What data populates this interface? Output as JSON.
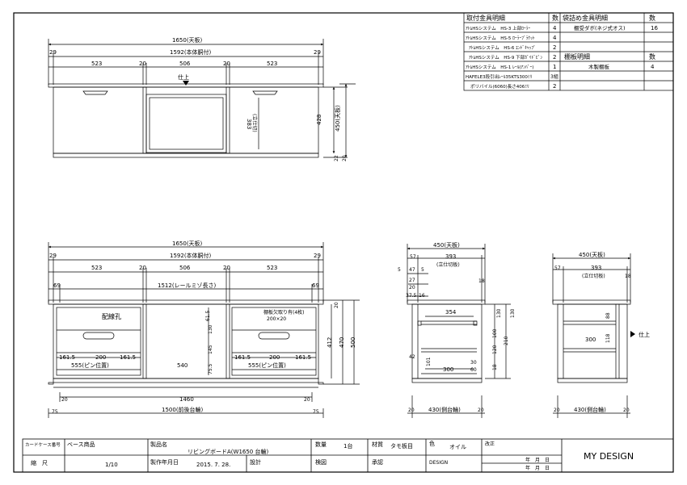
{
  "parts_table": {
    "headers": [
      "取付金具明細",
      "数",
      "袋詰め金具明細",
      "数"
    ],
    "rows": [
      [
        "ｱﾄﾑHSシステム　HS-3 上部ﾛｰﾗｰ",
        "4",
        "棚受ダボ(ネジ式オス)",
        "16"
      ],
      [
        "ｱﾄﾑHSシステム　HS-5 ﾛｰﾗｰﾌﾞﾗｹｯﾄ",
        "4",
        "",
        ""
      ],
      [
        "ｱﾄﾑHSシステム　HS-6 ｴﾝﾄﾞｷｬｯﾌﾟ",
        "2",
        "",
        ""
      ],
      [
        "ｱﾄﾑHSシステム　HS-9 下部ｶﾞｲﾄﾞﾋﾟﾝ",
        "2",
        "棚板明細",
        "数"
      ],
      [
        "ｱﾄﾑHSシステム　HS-1 ﾚｰﾙ(ｱﾝﾊﾞｰ)",
        "1",
        "木製棚板",
        "4"
      ],
      [
        "HAFELE3段引出ﾚｰﾙ35KTS300ﾐﾘ",
        "3組",
        "",
        ""
      ],
      [
        "ポリバイル(6060)長さ406ﾐﾘ",
        "2",
        "",
        ""
      ]
    ]
  },
  "front_view": {
    "top_width": "1650(天板)",
    "body_width": "1592(本体胴付)",
    "top_left": "29",
    "top_right": "29",
    "seg_left": "523",
    "gap_left": "20",
    "seg_mid": "506",
    "gap_right": "20",
    "seg_right": "523",
    "mark": "仕上",
    "inner_height": "383",
    "inner_height_note": "(立仕切)",
    "height_body": "428",
    "height_total": "450(天板)",
    "base_dim_1": "22",
    "base_dim_2": "20"
  },
  "section_view": {
    "top_width": "1650(天板)",
    "body_width": "1592(本体胴付)",
    "top_left": "29",
    "top_right": "29",
    "seg_left": "523",
    "gap_left": "20",
    "seg_mid": "506",
    "gap_right": "20",
    "seg_right": "523",
    "rail_left": "69",
    "rail_right": "69",
    "rail_length": "1512(レールミゾ長さ)",
    "label_hole": "配線孔",
    "label_cutout": "棚板欠取り有(4枚)",
    "label_cutout_size": "200×20",
    "dim_161_5_l": "161.5",
    "dim_200_l": "200",
    "dim_161_5_r": "161.5",
    "dim_161_5_l2": "161.5",
    "dim_200_r": "200",
    "dim_161_5_r2": "161.5",
    "pin_left": "555(ピン位置)",
    "pin_right": "555(ピン位置)",
    "center_540": "540",
    "v_61_5": "61.5",
    "v_130": "130",
    "v_145": "145",
    "v_75_5": "75.5",
    "h_20": "20",
    "h_412": "412",
    "h_470": "470",
    "h_500": "500",
    "base_l": "20",
    "base_r": "20",
    "base_length": "1460",
    "leg_l": "75",
    "leg_r": "75",
    "leg_length": "1500(前後台輪)"
  },
  "side_view": {
    "top_width": "450(天板)",
    "inner_width": "393",
    "inner_note": "(立仕切板)",
    "d57": "57",
    "d18": "18",
    "d5a": "5",
    "d47": "47",
    "d5b": "5",
    "d27": "27",
    "d20": "20",
    "d37_5": "37.5",
    "d16": "16",
    "w354": "354",
    "w300": "300",
    "d42": "42",
    "d101": "101",
    "v30a": "30",
    "v60": "60",
    "v130": "130",
    "v100": "100",
    "v210": "210",
    "v120": "120",
    "v18a": "18",
    "v130b": "130",
    "b20l": "20",
    "b20r": "20",
    "base_len": "430(側台輪)"
  },
  "rear_view": {
    "top_width": "450(天板)",
    "inner_width": "393",
    "inner_note": "(立仕切板)",
    "d57": "57",
    "d18": "18",
    "v88": "88",
    "v300": "300",
    "v118": "118",
    "mark": "仕上",
    "b20l": "20",
    "b20r": "20",
    "base_len": "430(側台輪)"
  },
  "title_block": {
    "l_case": "カードケース番号",
    "v_case": "ベース商品",
    "l_product": "製品名",
    "v_product": "リビングボードA(W1650 台輪)",
    "l_qty": "数量",
    "v_qty": "1台",
    "l_material": "材質",
    "v_material": "タモ板目",
    "l_color": "色",
    "v_color": "オイル",
    "l_rev": "改正",
    "l_scale": "縮　尺",
    "v_scale": "1/10",
    "l_date": "製作年月日",
    "v_date": "2015. 7. 28.",
    "l_design": "設計",
    "l_check": "検図",
    "l_approve": "承認",
    "v_approve": "DESIGN",
    "date_mark": "年　月　日",
    "company": "MY DESIGN"
  }
}
